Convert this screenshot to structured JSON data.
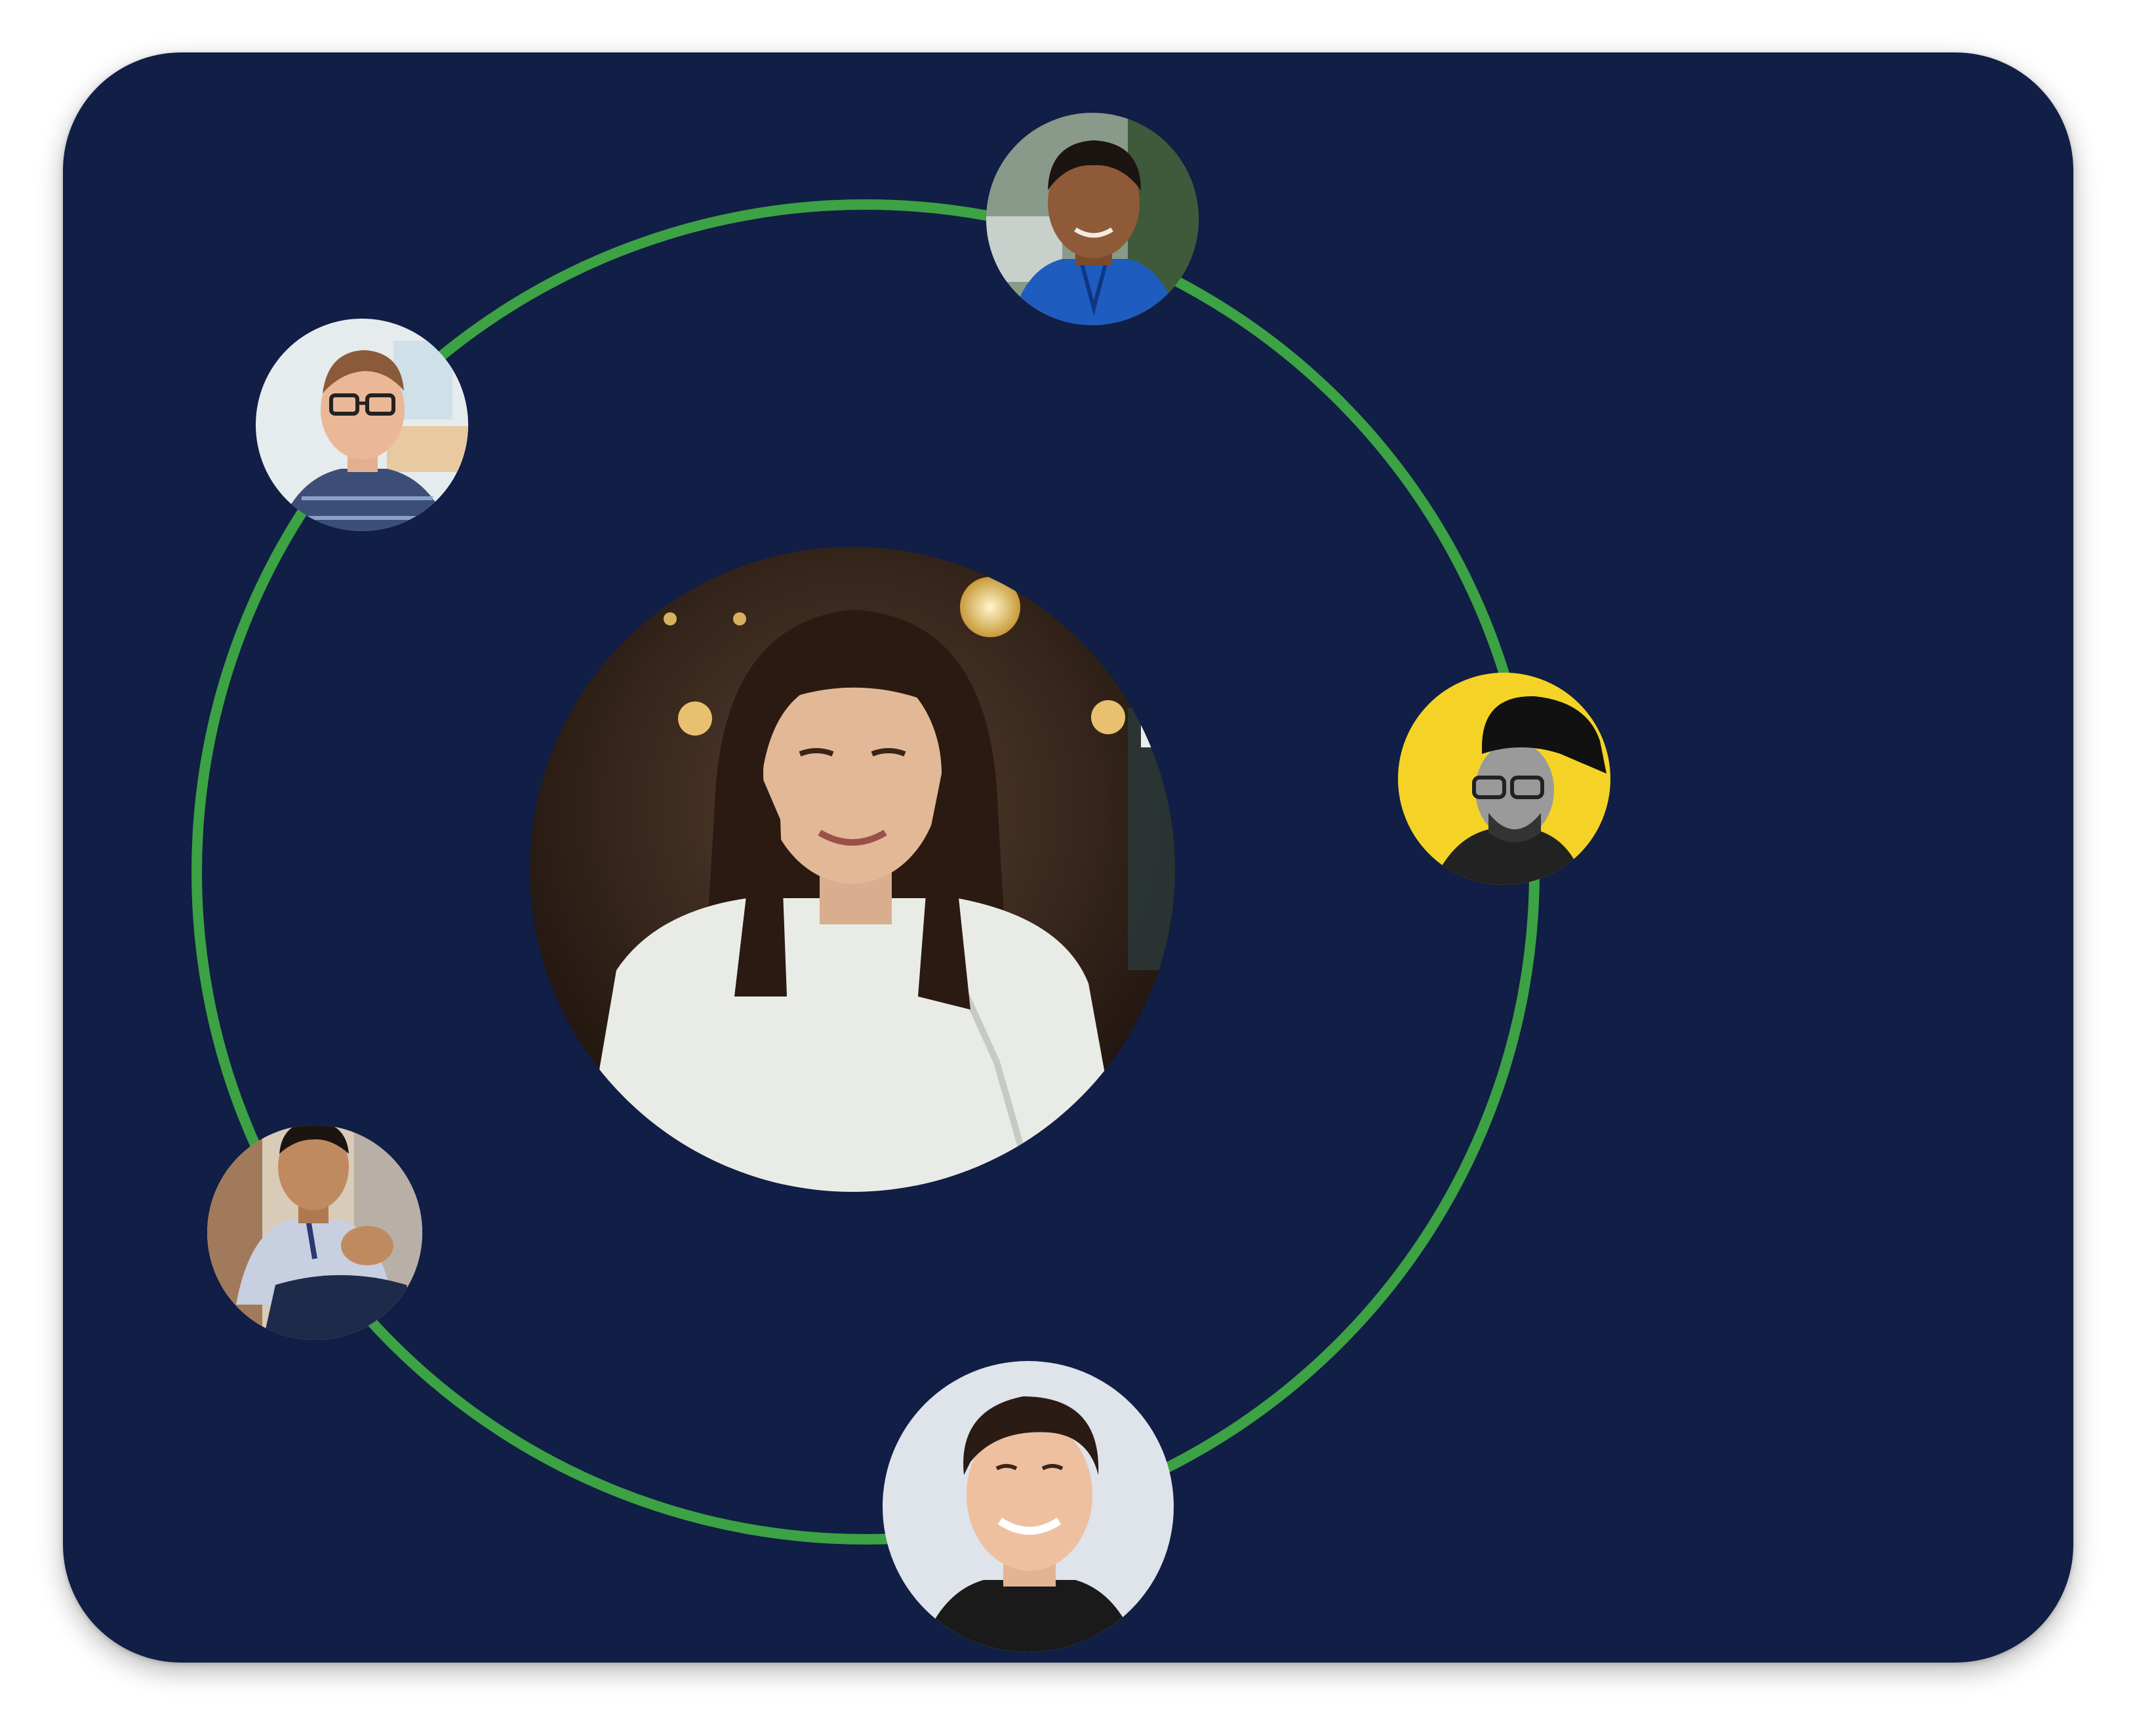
{
  "theme": {
    "card_background": "#111e45",
    "orbit_color": "#3ca244",
    "center_backdrop": "#3b2a1f",
    "yellow_backdrop": "#f5d326"
  },
  "people": {
    "center": {
      "icon": "woman-portrait-photo"
    },
    "top": {
      "icon": "man-blue-jacket-portrait"
    },
    "upper_left": {
      "icon": "man-glasses-plaid-shirt-portrait"
    },
    "right": {
      "icon": "man-hat-glasses-bw-portrait"
    },
    "lower_left": {
      "icon": "man-polo-shirt-seated-portrait"
    },
    "bottom": {
      "icon": "man-smiling-portrait"
    }
  }
}
